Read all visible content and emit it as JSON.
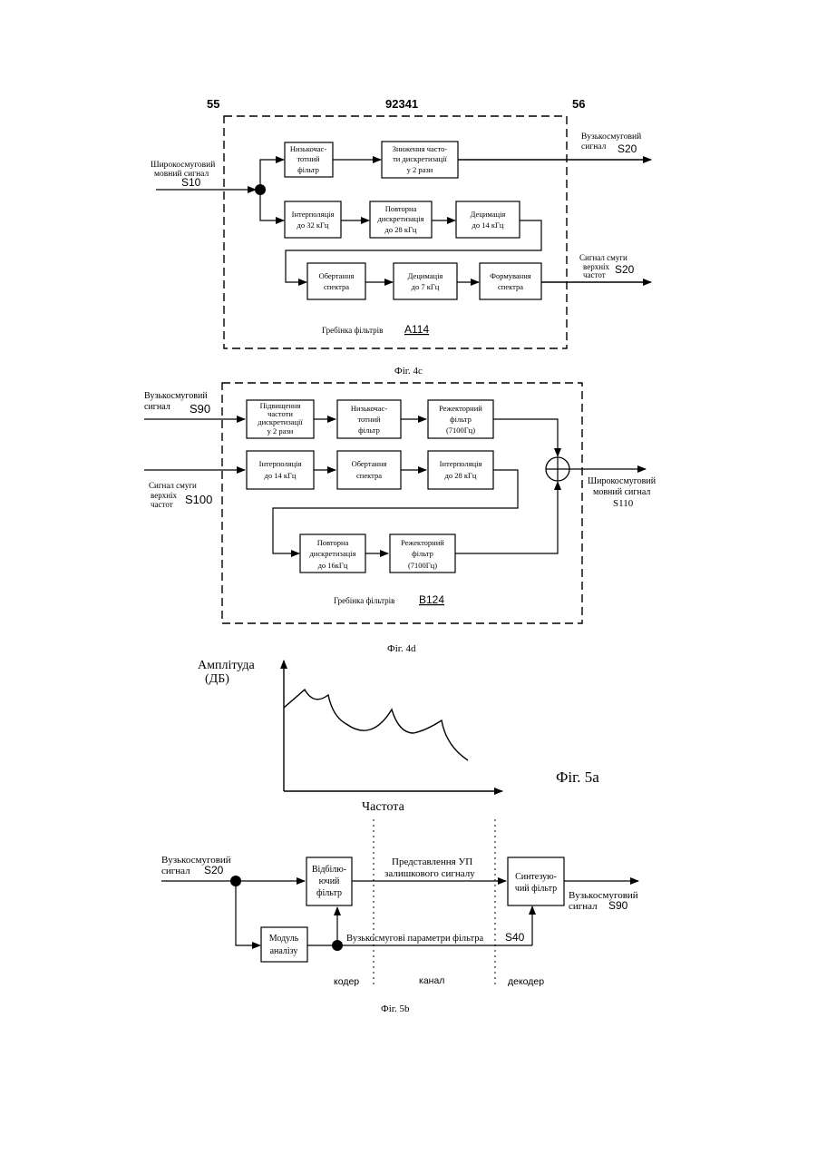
{
  "header": {
    "left_num": "55",
    "center_num": "92341",
    "right_num": "56"
  },
  "fig4c": {
    "in_label_1": "Широкосмуговий",
    "in_label_2": "мовний сигнал",
    "in_code": "S10",
    "blocks": {
      "lp_1": "Низькочас-",
      "lp_2": "тотний",
      "lp_3": "фільтр",
      "dec2_1": "Зниження часто-",
      "dec2_2": "ти дискретизації",
      "dec2_3": "у 2 рази",
      "int32_1": "Інтерполяція",
      "int32_2": "до 32 кГц",
      "rs28_1": "Повторна",
      "rs28_2": "дискретизація",
      "rs28_3": "до 28 кГц",
      "dec14_1": "Децимація",
      "dec14_2": "до 14 кГц",
      "flip_1": "Обертання",
      "flip_2": "спектра",
      "dec7_1": "Децимація",
      "dec7_2": "до 7 кГц",
      "shape_1": "Формування",
      "shape_2": "спектра"
    },
    "out_nb_1": "Вузькосмуговий",
    "out_nb_2": "сигнал",
    "out_nb_code": "S20",
    "out_hb_1": "Сигнал смуги",
    "out_hb_2": "верхніх",
    "out_hb_3": "частот",
    "out_hb_code": "S20",
    "bank_label": "Гребінка фільтрів",
    "bank_code": "A114",
    "caption": "Фіг. 4c"
  },
  "fig4d": {
    "in_nb_1": "Вузькосмуговий",
    "in_nb_2": "сигнал",
    "in_nb_code": "S90",
    "in_hb_1": "Сигнал смуги",
    "in_hb_2": "верхніх",
    "in_hb_3": "частот",
    "in_hb_code": "S100",
    "blocks": {
      "up_1": "Підвищення",
      "up_2": "частоти",
      "up_3": "дискретизації",
      "up_4": "у 2 рази",
      "lp_1": "Низькочас-",
      "lp_2": "тотний",
      "lp_3": "фільтр",
      "notch1_1": "Режекторний",
      "notch1_2": "фільтр",
      "notch1_3": "(7100Гц)",
      "int14_1": "Інтерполяція",
      "int14_2": "до 14 кГц",
      "flip_1": "Обертання",
      "flip_2": "спектра",
      "int28_1": "Інтерполяція",
      "int28_2": "до 28 кГц",
      "rs16_1": "Повторна",
      "rs16_2": "дискретизація",
      "rs16_3": "до 16кГц",
      "notch2_1": "Режекторний",
      "notch2_2": "фільтр",
      "notch2_3": "(7100Гц)"
    },
    "out_1": "Широкосмуговий",
    "out_2": "мовний сигнал",
    "out_code": "S110",
    "bank_label": "Гребінка фільтрів",
    "bank_code": "B124",
    "caption": "Фіг. 4d"
  },
  "fig5a": {
    "ylabel_1": "Амплітуда",
    "ylabel_2": "(ДБ)",
    "xlabel": "Частота",
    "caption": "Фіг. 5a"
  },
  "fig5b": {
    "in_1": "Вузькосмуговий",
    "in_2": "сигнал",
    "in_code": "S20",
    "whiten_1": "Відбілю-",
    "whiten_2": "ючий",
    "whiten_3": "фільтр",
    "analysis_1": "Модуль",
    "analysis_2": "аналізу",
    "resid_1": "Представлення УП",
    "resid_2": "залишкового сигналу",
    "params": "Вузькосмугові параметри фільтра",
    "params_code": "S40",
    "synth_1": "Синтезую-",
    "synth_2": "чий фільтр",
    "out_1": "Вузькосмуговий",
    "out_2": "сигнал",
    "out_code": "S90",
    "coder": "кодер",
    "channel": "канал",
    "decoder": "декодер",
    "caption": "Фіг. 5b"
  }
}
